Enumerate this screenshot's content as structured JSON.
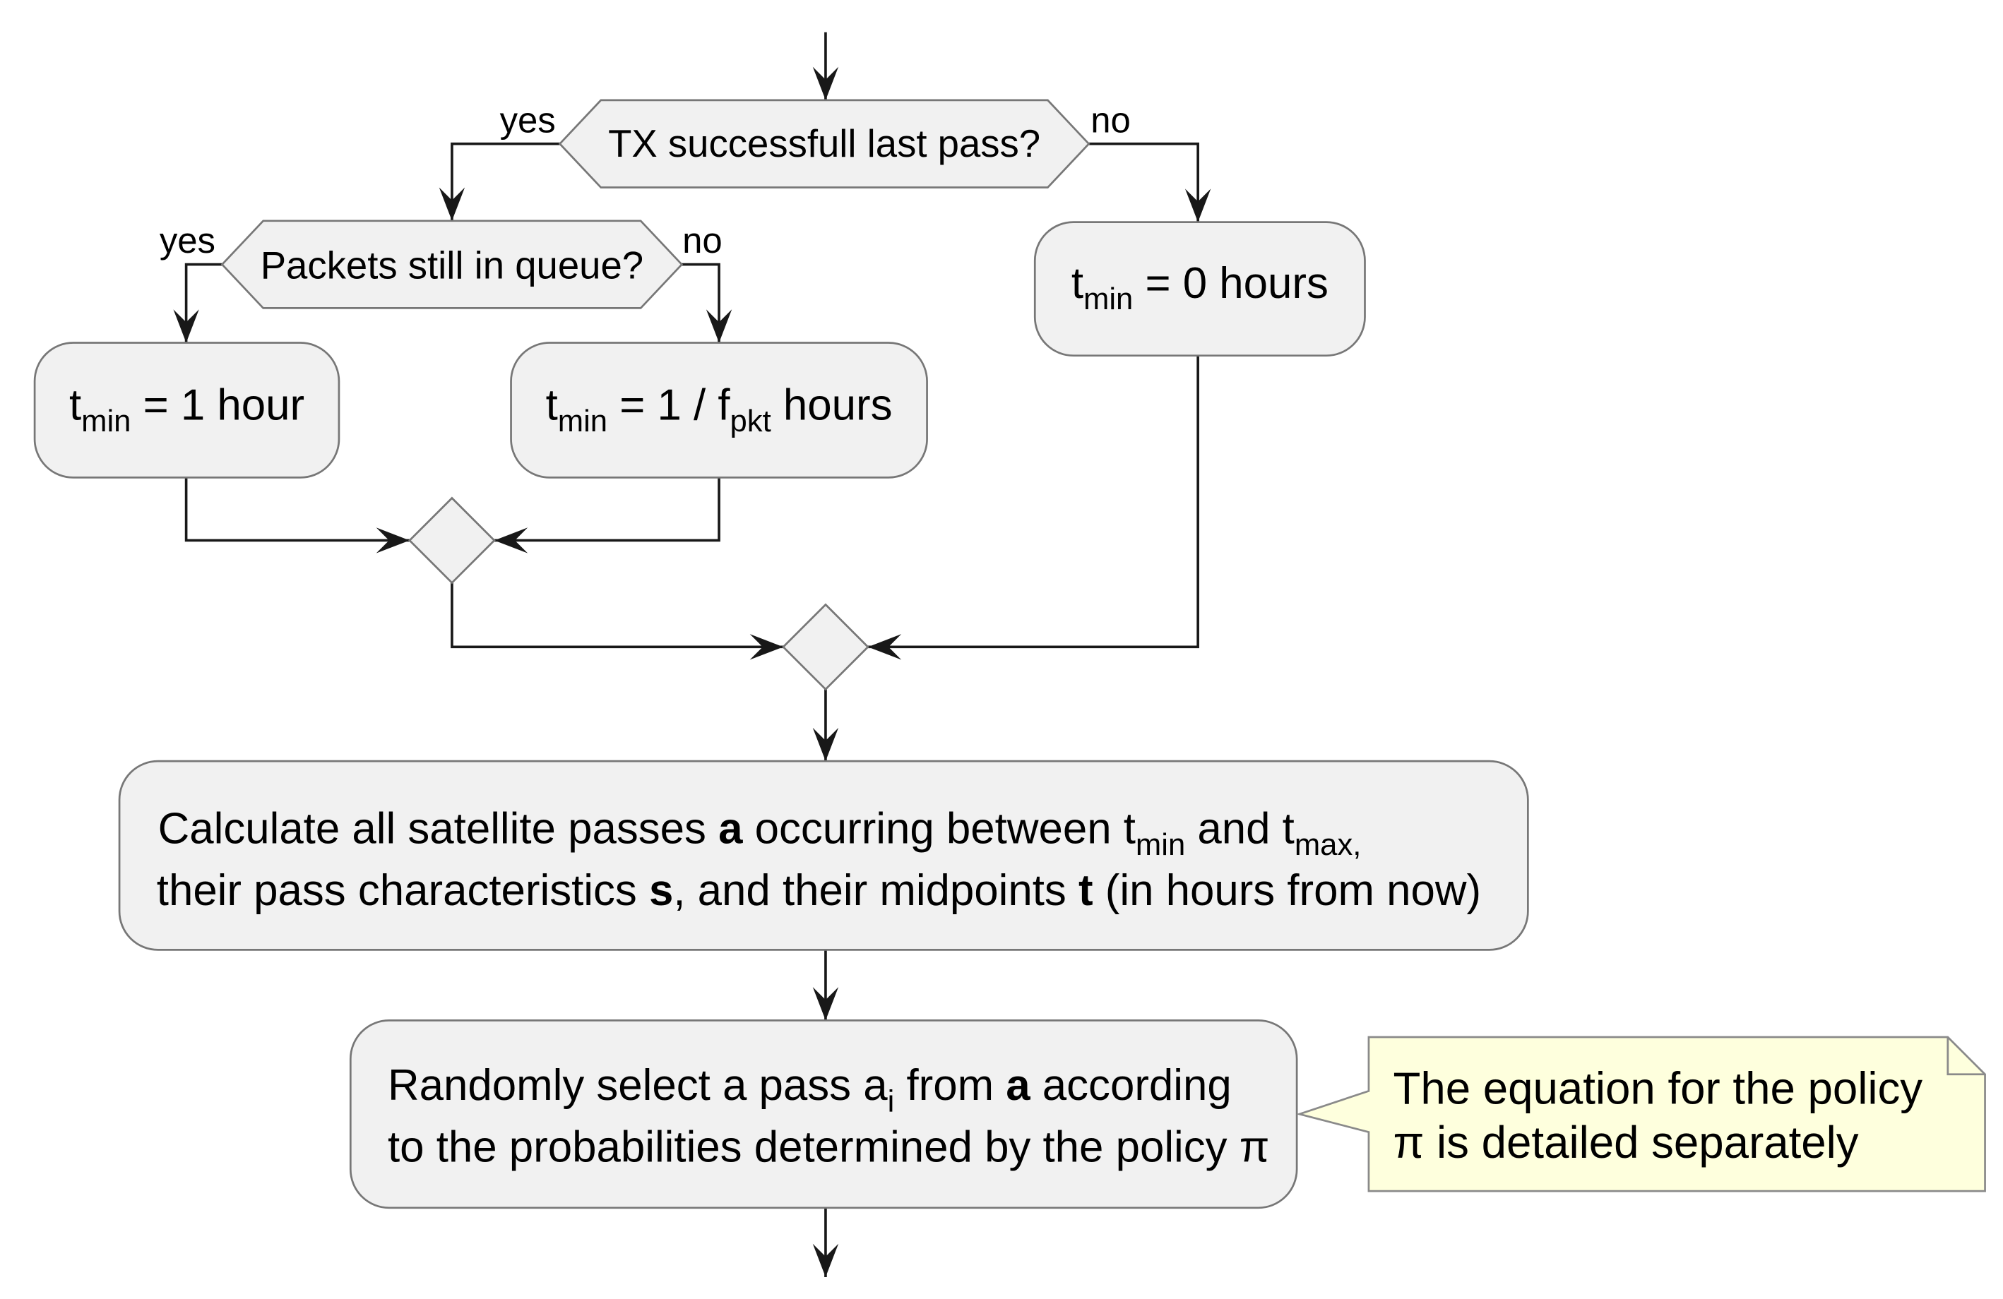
{
  "decisions": {
    "tx_success": {
      "label": "TX successfull last pass?",
      "yes_label": "yes",
      "no_label": "no"
    },
    "packets_in_queue": {
      "label": "Packets still in queue?",
      "yes_label": "yes",
      "no_label": "no"
    }
  },
  "actions": {
    "tmin_one_hour": [
      "t",
      "min",
      " = 1 hour"
    ],
    "tmin_packet_rate": [
      "t",
      "min",
      " = 1 / f",
      "pkt",
      " hours"
    ],
    "tmin_zero": [
      "t",
      "min",
      " = 0 hours"
    ],
    "calculate_passes": {
      "line1": [
        "Calculate all satellite passes ",
        "a",
        " occurring between t",
        "min",
        " and t",
        "max,"
      ],
      "line2": [
        "their pass characteristics ",
        "s",
        ", and their midpoints ",
        "t",
        " (in hours from now)"
      ]
    },
    "select_pass": {
      "line1": [
        "Randomly select a pass a",
        "i",
        " from ",
        "a",
        " according"
      ],
      "line2": "to the probabilities determined by the policy π"
    }
  },
  "note": {
    "line1": "The equation for the policy",
    "line2": "π is detailed separately"
  },
  "colors": {
    "node_fill": "#F1F1F1",
    "node_border": "#777777",
    "note_fill": "#FEFFDD",
    "note_border": "#8A8A8A",
    "arrow": "#181818"
  }
}
